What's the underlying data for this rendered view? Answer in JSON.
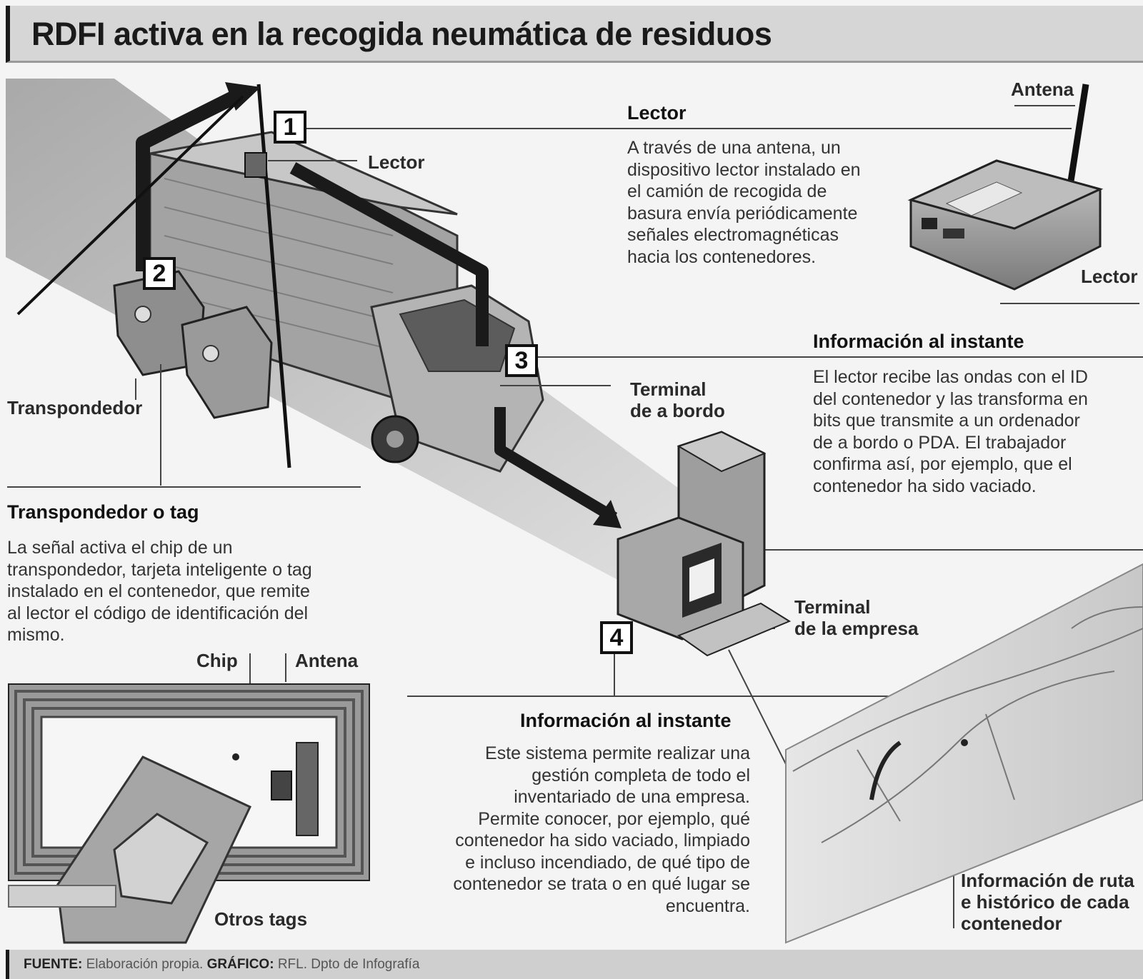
{
  "title": "RDFI activa en la recogida neumática de residuos",
  "steps": {
    "s1": "1",
    "s2": "2",
    "s3": "3",
    "s4": "4"
  },
  "labels": {
    "lector_truck": "Lector",
    "transpondedor": "Transpondedor",
    "terminal_bordo_1": "Terminal",
    "terminal_bordo_2": "de a bordo",
    "antena_device": "Antena",
    "lector_device": "Lector",
    "terminal_empresa_1": "Terminal",
    "terminal_empresa_2": "de la empresa",
    "chip": "Chip",
    "antena_tag": "Antena",
    "otros_tags": "Otros tags",
    "ruta_1": "Información de ruta",
    "ruta_2": "e histórico de cada",
    "ruta_3": "contenedor"
  },
  "sections": {
    "lector": {
      "heading": "Lector",
      "text": "A través de una antena, un\ndispositivo lector instalado en\nel camión de recogida de\nbasura envía periódicamente\nseñales electromagnéticas\nhacia los contenedores."
    },
    "info_right": {
      "heading": "Información al instante",
      "text": "El lector recibe las ondas con el ID\ndel contenedor y las transforma en\nbits que transmite a un ordenador\nde a bordo o PDA. El trabajador\nconfirma así, por ejemplo, que el\ncontenedor ha sido vaciado."
    },
    "transpondedor": {
      "heading": "Transpondedor o tag",
      "text": "La señal activa el chip de un\ntranspondedor, tarjeta inteligente o tag\ninstalado en el contenedor, que remite\nal lector el código de identificación del\nmismo."
    },
    "info_bottom": {
      "heading": "Información al instante",
      "text": "Este sistema permite realizar una\ngestión completa de todo el\ninventariado de una empresa.\nPermite conocer, por ejemplo, qué\ncontenedor ha sido vaciado, limpiado\ne incluso incendiado, de qué tipo de\ncontenedor se trata o en qué lugar se\nencuentra."
    }
  },
  "footer": {
    "fuente_label": "FUENTE:",
    "fuente_value": "Elaboración propia.",
    "grafico_label": "GRÁFICO:",
    "grafico_value": "RFL. Dpto de Infografía"
  }
}
